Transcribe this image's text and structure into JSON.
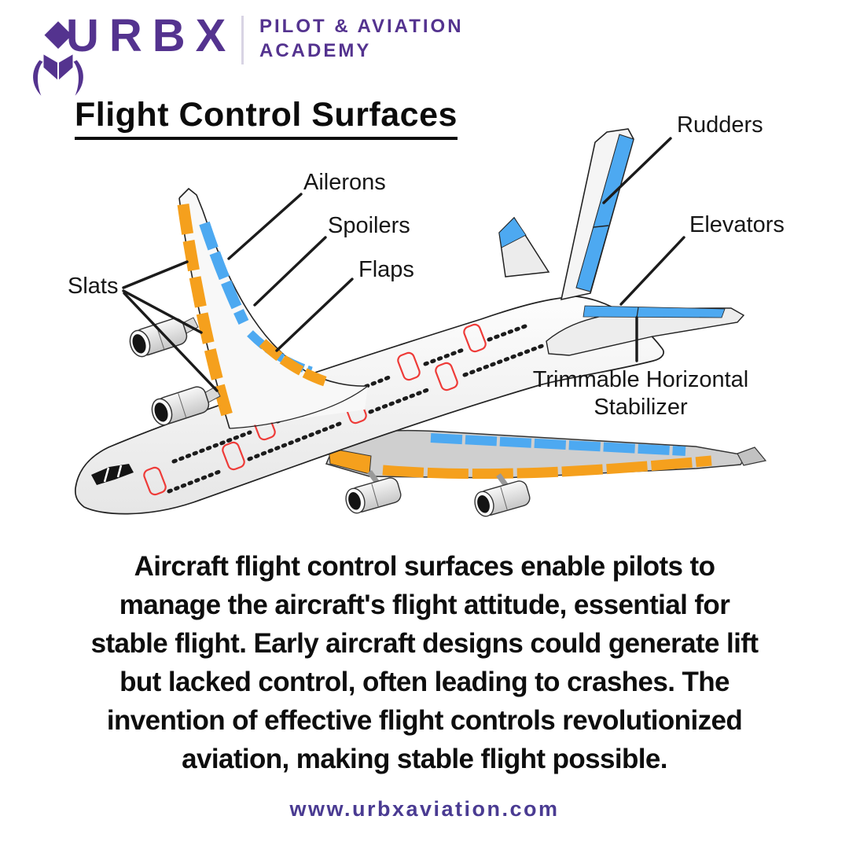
{
  "brand": {
    "logo_text": "URBX",
    "tagline_line1": "PILOT & AVIATION",
    "tagline_line2": "ACADEMY",
    "purple": "#54338F"
  },
  "title": "Flight Control Surfaces",
  "diagram": {
    "labels": {
      "slats": "Slats",
      "ailerons": "Ailerons",
      "spoilers": "Spoilers",
      "flaps": "Flaps",
      "rudders": "Rudders",
      "elevators": "Elevators",
      "stabilizer_line1": "Trimmable Horizontal",
      "stabilizer_line2": "Stabilizer"
    },
    "colors": {
      "control_surface_blue": "#4DA9F1",
      "high_lift_orange": "#F5A01D",
      "fuselage_light": "#F4F4F4",
      "far_wing_gray": "#CFCFCF",
      "outline": "#222222",
      "door_red": "#EE3B38"
    }
  },
  "body": {
    "lines": [
      "Aircraft flight control surfaces enable pilots to",
      "manage the aircraft's flight attitude, essential for",
      "stable flight. Early aircraft designs could generate lift",
      "but lacked control, often leading to crashes. The",
      "invention of effective flight controls revolutionized",
      "aviation, making stable flight possible."
    ]
  },
  "footer": {
    "website": "www.urbxaviation.com"
  }
}
